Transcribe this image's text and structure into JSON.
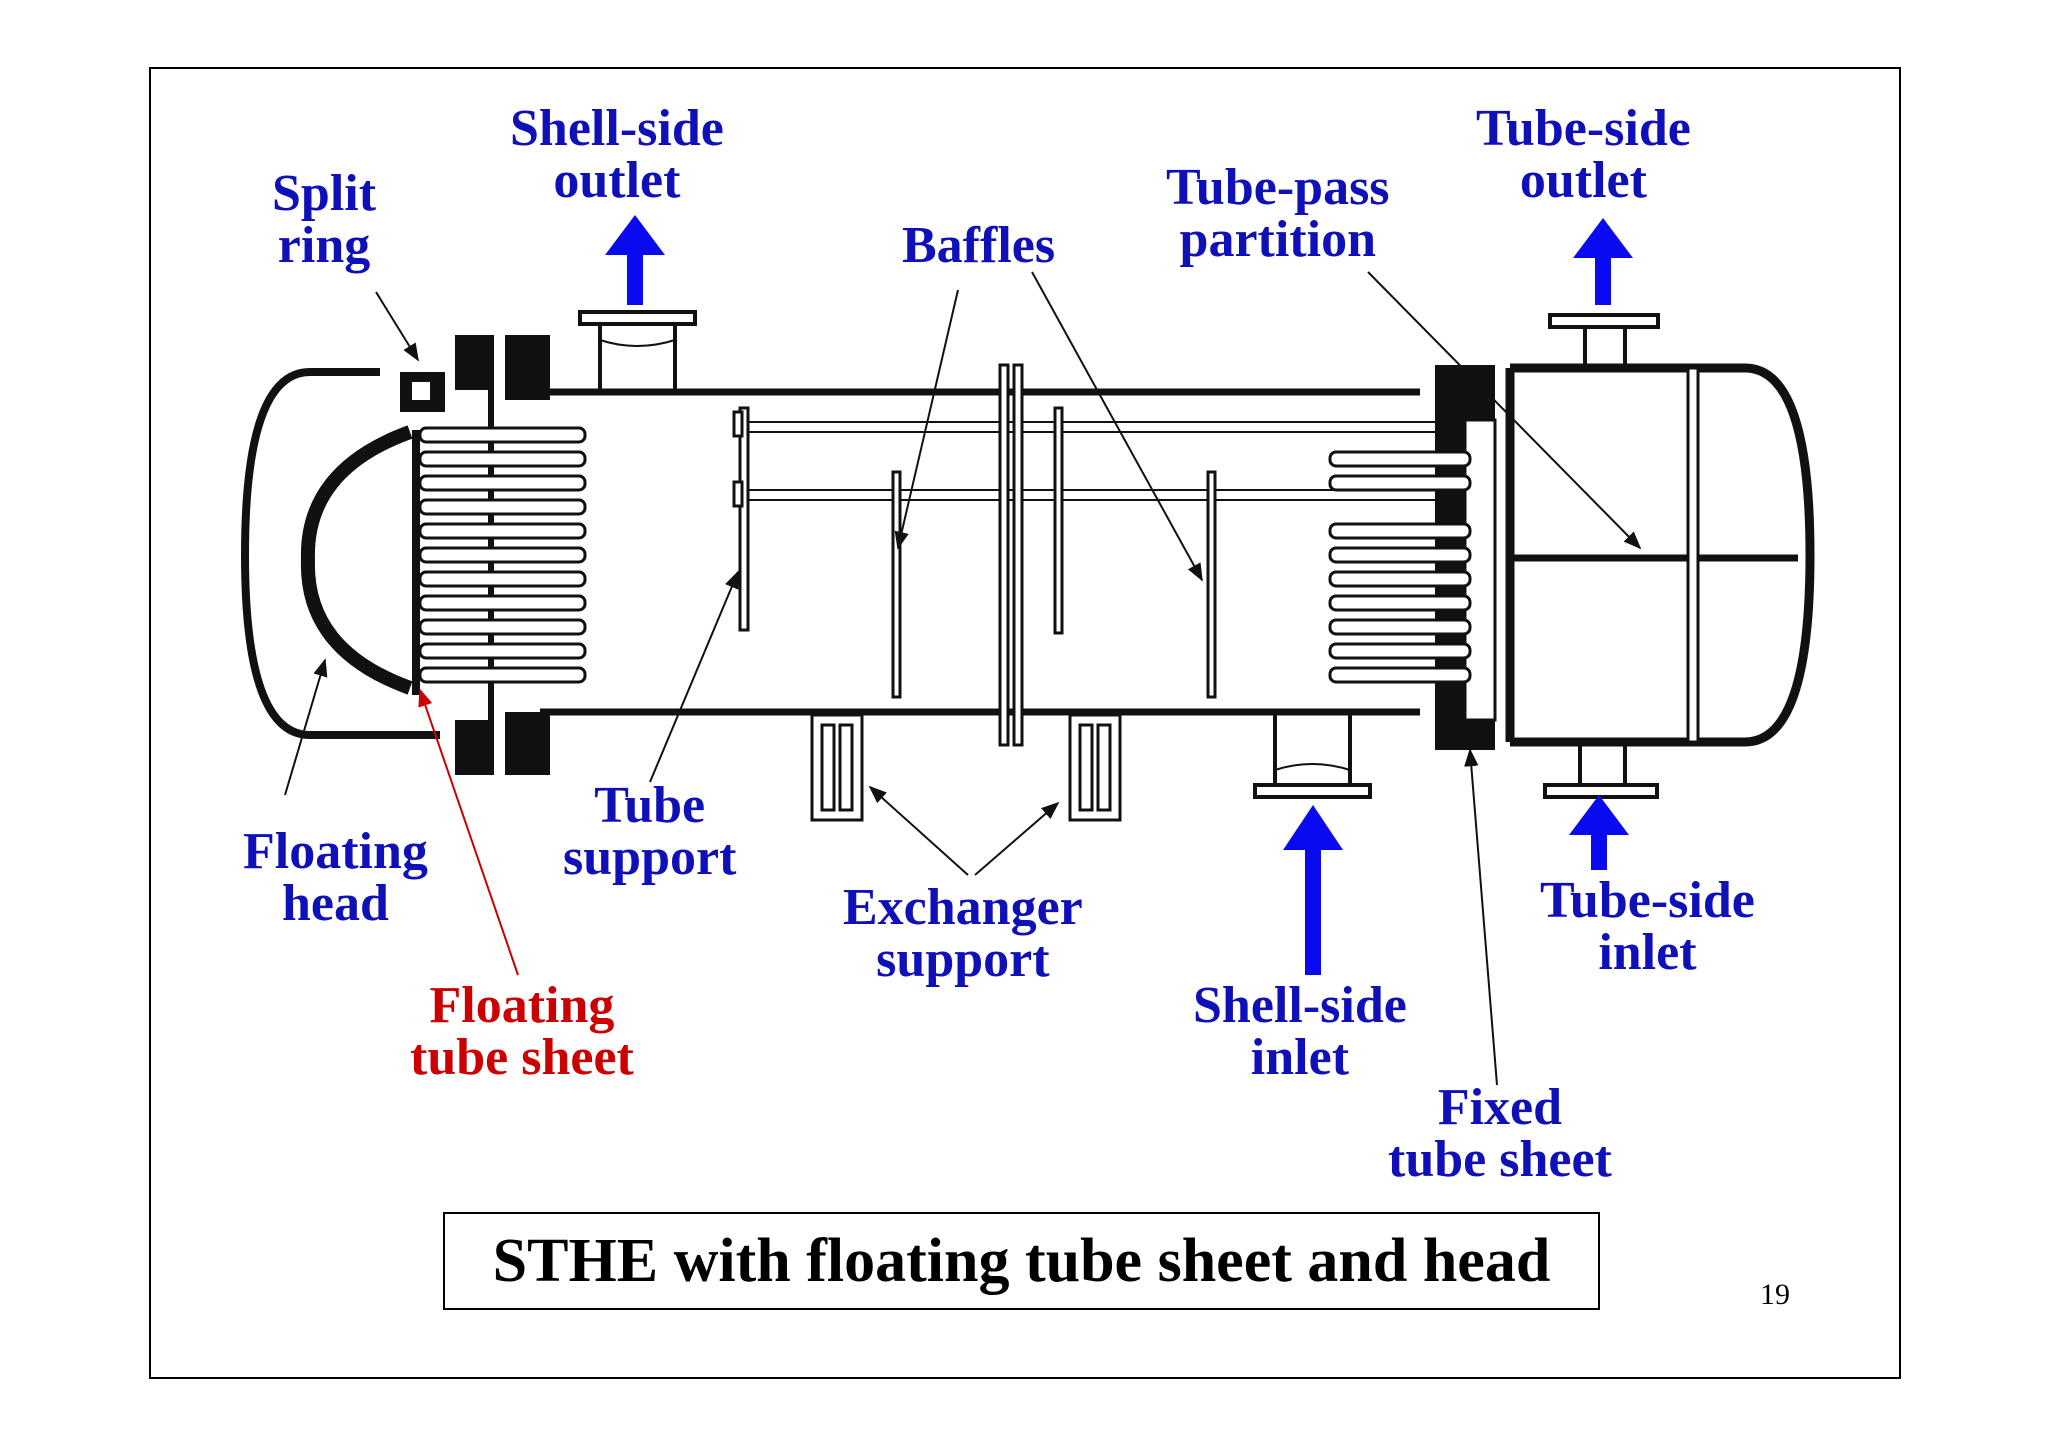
{
  "labels": {
    "split_ring": [
      "Split",
      "ring"
    ],
    "shell_side_outlet": [
      "Shell-side",
      "outlet"
    ],
    "baffles": [
      "Baffles"
    ],
    "tube_pass_partition": [
      "Tube-pass",
      "partition"
    ],
    "tube_side_outlet": [
      "Tube-side",
      "outlet"
    ],
    "floating_head": [
      "Floating",
      "head"
    ],
    "tube_support": [
      "Tube",
      "support"
    ],
    "exchanger_support": [
      "Exchanger",
      "support"
    ],
    "shell_side_inlet": [
      "Shell-side",
      "inlet"
    ],
    "tube_side_inlet": [
      "Tube-side",
      "inlet"
    ],
    "floating_tube_sheet": [
      "Floating",
      "tube sheet"
    ],
    "fixed_tube_sheet": [
      "Fixed",
      "tube sheet"
    ]
  },
  "title": "STHE with floating tube sheet and head",
  "page_number": "19",
  "colors": {
    "label_blue": "#1010b8",
    "label_red": "#cc0000",
    "flow_arrow": "#0a0af0",
    "drawing": "#111111"
  }
}
